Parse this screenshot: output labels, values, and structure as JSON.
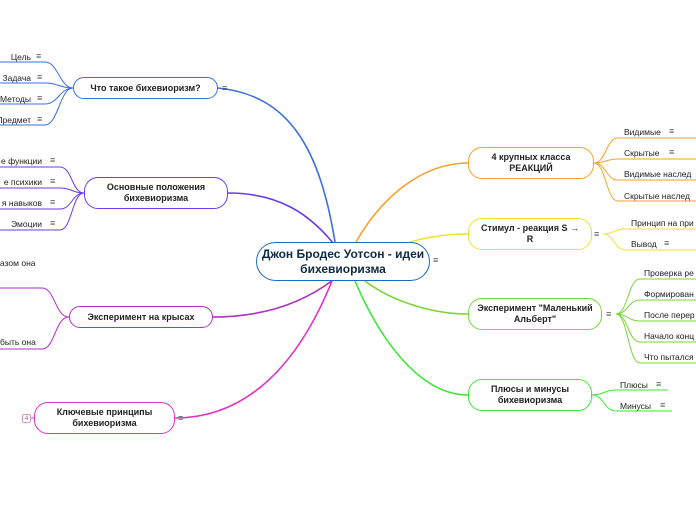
{
  "central": {
    "title": "Джон Бродес Уотсон - идеи бихевиоризма",
    "menu_icon": "≡"
  },
  "branches": {
    "what_is": {
      "label": "Что такое бихевиоризм?",
      "color": "#3b6fe0",
      "leaves": [
        "Цель",
        "Задача",
        "Методы",
        "Предмет"
      ]
    },
    "main_positions": {
      "label": "Основные положения бихевиоризма",
      "color": "#6a3de8",
      "leaves": [
        "е функции",
        "е психики",
        "я навыков",
        "Эмоции"
      ]
    },
    "rats": {
      "label": "Эксперимент на крысах",
      "color": "#b02fc4",
      "leaves": [
        "азом она",
        "быть она"
      ]
    },
    "key_principles": {
      "label": "Ключевые принципы бихевиоризма",
      "color": "#e52fc8",
      "collapsed_count": "4"
    },
    "reactions": {
      "label": "4 крупных класса РЕАКЦИЙ",
      "color": "#f5a22a",
      "leaves": [
        "Видимые",
        "Скрытые",
        "Видимые наслед",
        "Скрытые наслед"
      ]
    },
    "stimulus": {
      "label": "Стимул - реакция S → R",
      "color": "#eee32a",
      "leaves": [
        "Принцип на при",
        "Вывод"
      ]
    },
    "albert": {
      "label": "Эксперимент \"Маленький Альберт\"",
      "color": "#7ad63a",
      "leaves": [
        "Проверка ре",
        "Формирован",
        "После перер",
        "Начало конц",
        "Что пытался"
      ]
    },
    "pros_cons": {
      "label": "Плюсы и минусы бихевиоризма",
      "color": "#3ee63a",
      "leaves": [
        "Плюсы",
        "Минусы"
      ]
    }
  },
  "icons": {
    "menu": "hamburger-menu-icon",
    "badge": "collapsed-count-badge"
  }
}
